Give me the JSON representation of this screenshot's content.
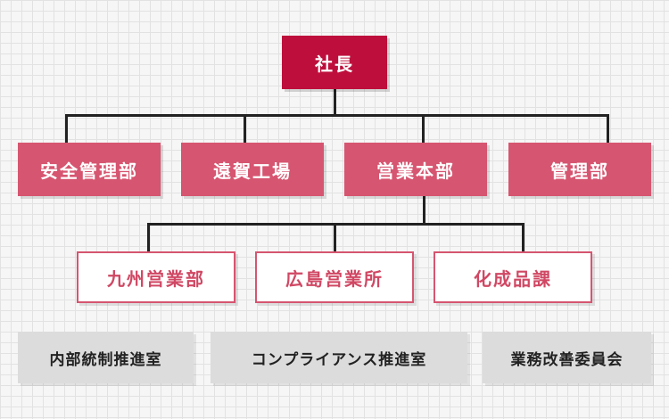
{
  "org": {
    "ceo": "社長",
    "departments": [
      "安全管理部",
      "遠賀工場",
      "営業本部",
      "管理部"
    ],
    "sales_units": [
      "九州営業部",
      "広島営業所",
      "化成品課"
    ],
    "committees": [
      "内部統制推進室",
      "コンプライアンス推進室",
      "業務改善委員会"
    ]
  },
  "colors": {
    "ceo": "#be0f3c",
    "department": "#d65570",
    "sub_border": "#d65570",
    "sub_text": "#d04864",
    "committee": "#dcdcdc",
    "connector": "#222222"
  }
}
